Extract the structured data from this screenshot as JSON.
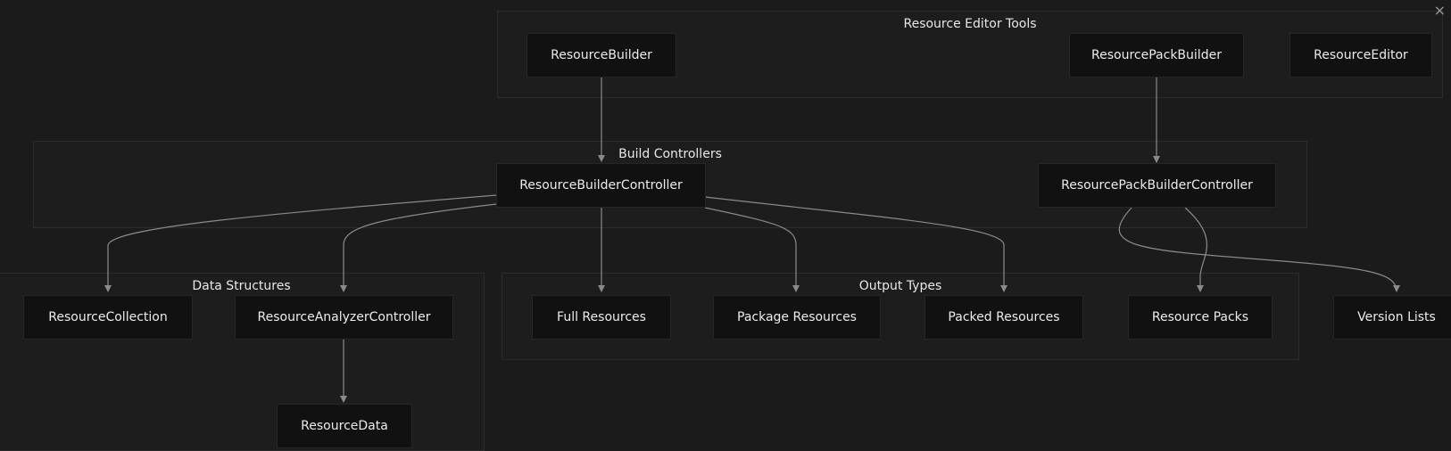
{
  "clusters": {
    "editor_tools": "Resource Editor Tools",
    "build_controllers": "Build Controllers",
    "data_structures": "Data Structures",
    "output_types": "Output Types"
  },
  "nodes": {
    "resource_builder": "ResourceBuilder",
    "resource_pack_builder": "ResourcePackBuilder",
    "resource_editor": "ResourceEditor",
    "resource_builder_controller": "ResourceBuilderController",
    "resource_pack_builder_controller": "ResourcePackBuilderController",
    "resource_collection": "ResourceCollection",
    "resource_analyzer_controller": "ResourceAnalyzerController",
    "resource_data": "ResourceData",
    "full_resources": "Full Resources",
    "package_resources": "Package Resources",
    "packed_resources": "Packed Resources",
    "resource_packs": "Resource Packs",
    "version_lists": "Version Lists"
  },
  "close_glyph": "×",
  "colors": {
    "background": "#1b1b1b",
    "node": "#111111",
    "edge": "#8a8a8a"
  }
}
